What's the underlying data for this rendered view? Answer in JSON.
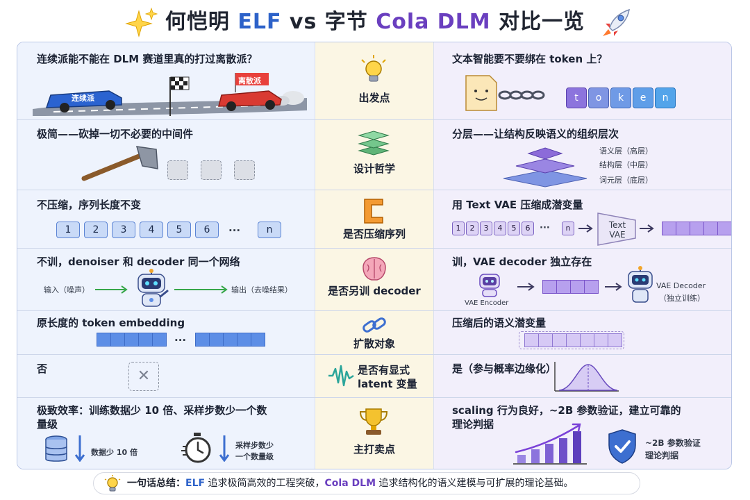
{
  "title": {
    "prefix": "何恺明 ",
    "elf": "ELF",
    "vs": " vs 字节 ",
    "cola": "Cola DLM",
    "suffix": " 对比一览"
  },
  "rows": [
    {
      "category": "出发点",
      "left": "连续派能不能在 DLM 赛道里真的打过离散派？",
      "left_labels": [
        "连续派",
        "离散派"
      ],
      "right": "文本智能要不要绑在 token 上？",
      "right_labels": [
        "t",
        "o",
        "k",
        "e",
        "n"
      ]
    },
    {
      "category": "设计哲学",
      "left": "极简——砍掉一切不必要的中间件",
      "right": "分层——让结构反映语义的组织层次",
      "right_labels": [
        "语义层（高层）",
        "结构层（中层）",
        "词元层（底层）"
      ]
    },
    {
      "category": "是否压缩序列",
      "left": "不压缩，序列长度不变",
      "left_tokens": [
        "1",
        "2",
        "3",
        "4",
        "5",
        "6",
        "···",
        "n"
      ],
      "right": "用 Text VAE 压缩成潜变量",
      "right_tokens": [
        "1",
        "2",
        "3",
        "4",
        "5",
        "6",
        "···",
        "n"
      ],
      "right_box": "Text VAE"
    },
    {
      "category": "是否另训 decoder",
      "left": "不训，denoiser 和 decoder 同一个网络",
      "left_labels": [
        "输入（噪声）",
        "输出（去噪结果）"
      ],
      "right": "训，VAE decoder 独立存在",
      "right_labels": [
        "VAE Encoder",
        "VAE Decoder",
        "（独立训练）"
      ]
    },
    {
      "category": "扩散对象",
      "left": "原长度的 token embedding",
      "left_ellipsis": "···",
      "right": "压缩后的语义潜变量"
    },
    {
      "category": "是否有显式 latent 变量",
      "left": "否",
      "left_mark": "✕",
      "right": "是（参与概率边缘化）"
    },
    {
      "category": "主打卖点",
      "left": "极致效率：训练数据少 10 倍、采样步数少一个数量级",
      "left_labels": [
        "数据少 10 倍",
        "采样步数少",
        "一个数量级"
      ],
      "right": "scaling 行为良好，~2B 参数验证，建立可靠的理论判据",
      "right_labels": [
        "~2B 参数验证",
        "理论判据"
      ]
    }
  ],
  "summary": {
    "label": "一句话总结：",
    "elf": "ELF",
    "mid": " 追求极简高效的工程突破，",
    "cola": "Cola DLM",
    "end": " 追求结构化的语义建模与可扩展的理论基础。"
  },
  "colors": {
    "elf_blue": "#2d62c9",
    "cola_purple": "#6a3fbf",
    "left_bg": "#eef3fd",
    "mid_bg": "#fbf6e4",
    "right_bg": "#f2effb"
  },
  "icons": [
    "sparkle-icon",
    "rocket-icon",
    "lightbulb-icon",
    "layers-icon",
    "clamp-icon",
    "brain-icon",
    "chain-link-icon",
    "waveform-icon",
    "trophy-icon",
    "robot-icon",
    "axe-icon",
    "database-icon",
    "stopwatch-icon",
    "shield-check-icon"
  ]
}
